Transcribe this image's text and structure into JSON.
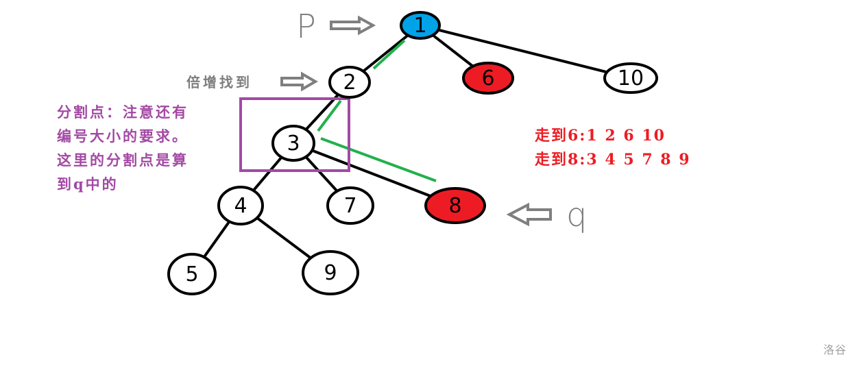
{
  "colors": {
    "node_default": "#ffffff",
    "node_start": "#00a2e8",
    "node_target": "#ed1c24",
    "edge": "#000000",
    "highlight_edge": "#22b14c",
    "annotation_gray": "#7f7f7f",
    "note_purple": "#a349a4",
    "path_red": "#ed1c24"
  },
  "nodes": [
    {
      "id": "1",
      "label": "1",
      "state": "start"
    },
    {
      "id": "2",
      "label": "2",
      "state": "default"
    },
    {
      "id": "6",
      "label": "6",
      "state": "target"
    },
    {
      "id": "10",
      "label": "10",
      "state": "default"
    },
    {
      "id": "3",
      "label": "3",
      "state": "default"
    },
    {
      "id": "4",
      "label": "4",
      "state": "default"
    },
    {
      "id": "7",
      "label": "7",
      "state": "default"
    },
    {
      "id": "8",
      "label": "8",
      "state": "target"
    },
    {
      "id": "5",
      "label": "5",
      "state": "default"
    },
    {
      "id": "9",
      "label": "9",
      "state": "default"
    }
  ],
  "edges": [
    {
      "from": "1",
      "to": "2"
    },
    {
      "from": "1",
      "to": "6"
    },
    {
      "from": "1",
      "to": "10"
    },
    {
      "from": "2",
      "to": "3"
    },
    {
      "from": "3",
      "to": "4"
    },
    {
      "from": "3",
      "to": "7"
    },
    {
      "from": "3",
      "to": "8"
    },
    {
      "from": "4",
      "to": "5"
    },
    {
      "from": "4",
      "to": "9"
    }
  ],
  "highlighted_edges": [
    {
      "from": "1",
      "to": "2"
    },
    {
      "from": "2",
      "to": "3"
    },
    {
      "from": "3",
      "to": "8"
    }
  ],
  "pointers": {
    "p_label": "P",
    "q_label": "q"
  },
  "labels": {
    "doubling_found": "倍增找到"
  },
  "note": {
    "lines": [
      "分割点：注意还有",
      "编号大小的要求。",
      "这里的分割点是算",
      "到q中的"
    ]
  },
  "paths": {
    "lines": [
      "走到6:1 2 6 10",
      "走到8:3 4 5 7 8 9"
    ]
  },
  "watermark": "洛谷"
}
